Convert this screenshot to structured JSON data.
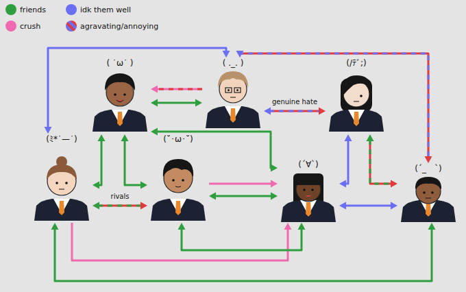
{
  "diagram": {
    "nodes": [
      {
        "text": [
          "( ˙ω˙ )"
        ]
      },
      {
        "text": [
          "( ._. )"
        ]
      },
      {
        "text": [
          "(/ﾃﾞ;)"
        ]
      },
      {
        "text": [
          "(ﾐ*˙—˙)"
        ]
      },
      {
        "text": [
          "(˘･ω･˘)"
        ]
      },
      {
        "text": [
          "(´∀`)"
        ]
      },
      {
        "text": [
          "(´_ゝ`)"
        ]
      }
    ],
    "edges": [
      {
        "from": 3,
        "to": 1,
        "arrow": "both"
      },
      {
        "from": 1,
        "to": 6,
        "arrow": "both"
      },
      {
        "from": 1,
        "to": 0,
        "arrow": "to"
      },
      {
        "from": 0,
        "to": 1,
        "arrow": "both"
      },
      {
        "from": 1,
        "to": 2,
        "arrow": "both",
        "label": "genuine hate"
      },
      {
        "from": 0,
        "to": 5,
        "arrow": "both"
      },
      {
        "from": 0,
        "to": 3,
        "arrow": "both"
      },
      {
        "from": 0,
        "to": 4,
        "arrow": "both"
      },
      {
        "from": 3,
        "to": 4,
        "arrow": "both",
        "label": "rivals"
      },
      {
        "from": 4,
        "to": 5,
        "arrow": "to"
      },
      {
        "from": 4,
        "to": 5,
        "arrow": "both"
      },
      {
        "from": 2,
        "to": 5,
        "arrow": "both"
      },
      {
        "from": 2,
        "to": 6,
        "arrow": "both"
      },
      {
        "from": 5,
        "to": 6,
        "arrow": "both"
      },
      {
        "from": 3,
        "to": 6,
        "arrow": "both"
      },
      {
        "from": 3,
        "to": 5,
        "arrow": "to"
      },
      {
        "from": 4,
        "to": 5,
        "arrow": "both"
      }
    ],
    "legend": [
      {
        "text": "friends",
        "color": "#2e9e3e"
      },
      {
        "text": "idk them well",
        "color": "#6b6ef0"
      },
      {
        "text": "crush",
        "color": "#f06ab0"
      },
      {
        "text": "agravating/annoying"
      }
    ]
  }
}
